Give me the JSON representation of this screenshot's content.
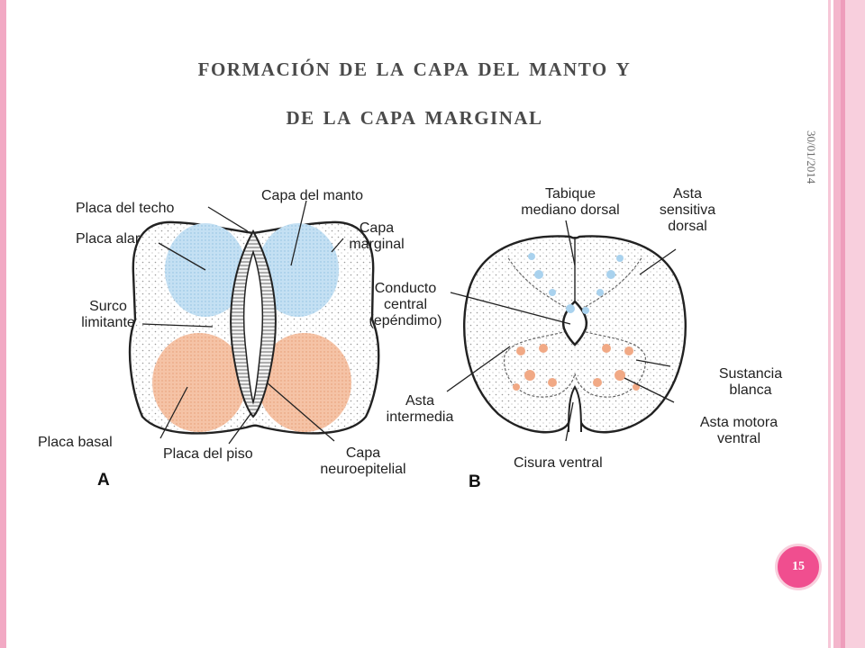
{
  "slide": {
    "title_line1": "formación de la capa del manto y",
    "title_line2": "de la capa marginal",
    "date": "30/01/2014",
    "page_number": "15"
  },
  "colors": {
    "accent_pink": "#f04e8f",
    "border_pink": "#f2a9c4",
    "alar_blue": "#b9daf0",
    "basal_orange": "#f2b89a"
  },
  "figure": {
    "panel_a": {
      "letter": "A",
      "labels": {
        "placa_techo": "Placa del techo",
        "capa_manto": "Capa del manto",
        "placa_alar": "Placa alar",
        "capa_marginal_1": "Capa",
        "capa_marginal_2": "marginal",
        "surco_1": "Surco",
        "surco_2": "limitante",
        "placa_basal": "Placa basal",
        "placa_piso": "Placa del piso",
        "capa_neuro_1": "Capa",
        "capa_neuro_2": "neuroepitelial"
      }
    },
    "panel_b": {
      "letter": "B",
      "labels": {
        "tabique_1": "Tabique",
        "tabique_2": "mediano dorsal",
        "asta_sens_1": "Asta",
        "asta_sens_2": "sensitiva",
        "asta_sens_3": "dorsal",
        "conducto_1": "Conducto",
        "conducto_2": "central",
        "conducto_3": "(epéndimo)",
        "sustancia_1": "Sustancia",
        "sustancia_2": "blanca",
        "asta_int_1": "Asta",
        "asta_int_2": "intermedia",
        "asta_motora_1": "Asta motora",
        "asta_motora_2": "ventral",
        "cisura": "Cisura ventral"
      }
    }
  }
}
